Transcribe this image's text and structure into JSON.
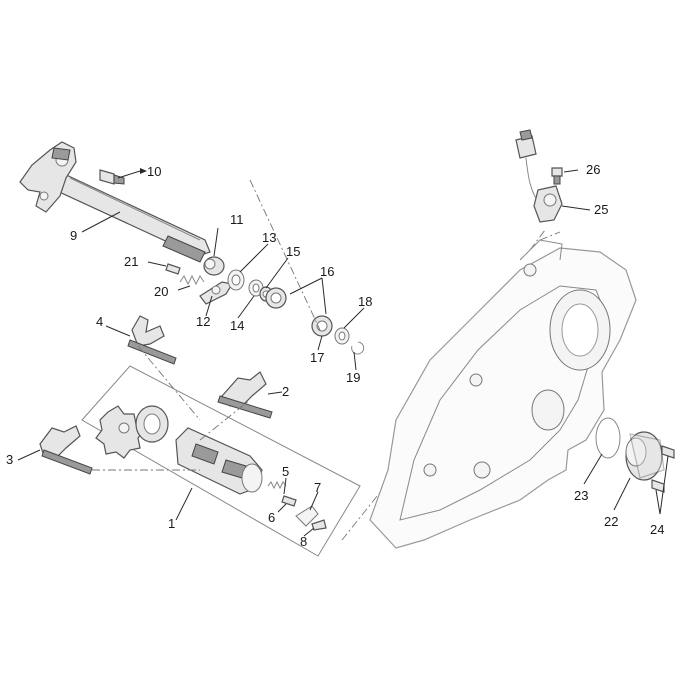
{
  "callouts": {
    "c1": "1",
    "c2": "2",
    "c3": "3",
    "c4": "4",
    "c5": "5",
    "c6": "6",
    "c7": "7",
    "c8": "8",
    "c9": "9",
    "c10": "10",
    "c11": "11",
    "c12": "12",
    "c13": "13",
    "c14": "14",
    "c15": "15",
    "c16": "16",
    "c17": "17",
    "c18": "18",
    "c19": "19",
    "c20": "20",
    "c21": "21",
    "c22": "22",
    "c23": "23",
    "c24": "24",
    "c25": "25",
    "c26": "26"
  },
  "colors": {
    "line": "#555555",
    "text": "#1a1a1a",
    "background": "#ffffff"
  }
}
